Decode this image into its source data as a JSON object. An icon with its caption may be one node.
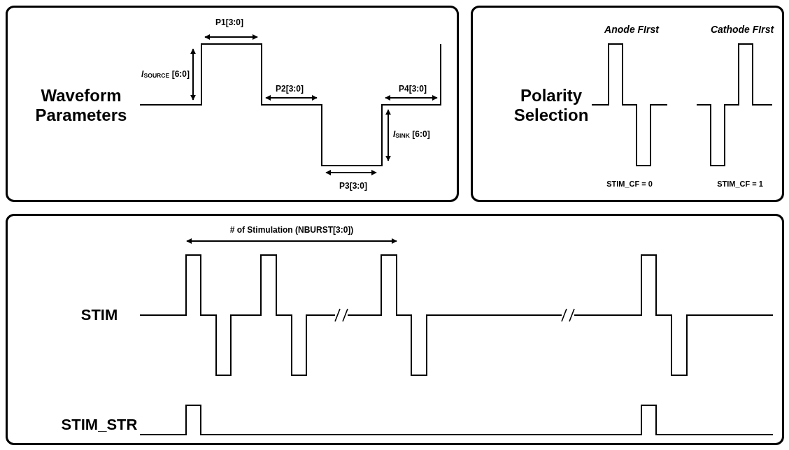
{
  "diagram": {
    "nodes": [
      {
        "text": [
          "Waveform Parameters"
        ]
      },
      {
        "text": [
          "Polarity Selection"
        ]
      },
      {
        "text": [],
        "shape": "box"
      }
    ],
    "labels": [
      "P1[3:0]",
      "*I*$_{SOURCE}$ [6:0]",
      "P2[3:0]",
      "P4[3:0]",
      "*I*$_{SINK}$ [6:0]",
      "P3[3:0]",
      "Anode FIrst",
      "Cathode FIrst",
      "STIM_CF = 0",
      "STIM_CF = 1",
      "# of Stimulation (NBURST[3:0])",
      "STIM",
      "STIM_STR"
    ]
  }
}
